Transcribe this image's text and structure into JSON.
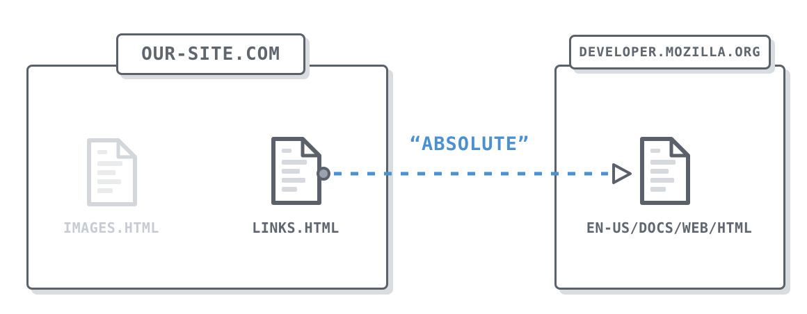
{
  "canvas": {
    "background": "#ffffff"
  },
  "colors": {
    "outline": "#5b616b",
    "text": "#5f6670",
    "faded": "#c6ccd2",
    "accent_blue": "#4a90d2",
    "shadow": "#dadde0"
  },
  "left_folder": {
    "title": "OUR-SITE.COM",
    "files": [
      {
        "icon": "document-icon",
        "label": "IMAGES.HTML",
        "state": "faded"
      },
      {
        "icon": "document-icon",
        "label": "LINKS.HTML",
        "state": "normal"
      }
    ]
  },
  "right_folder": {
    "title": "DEVELOPER.MOZILLA.ORG",
    "files": [
      {
        "icon": "document-icon",
        "label": "EN-US/DOCS/WEB/HTML",
        "state": "normal"
      }
    ]
  },
  "connector": {
    "label": "“ABSOLUTE”",
    "type": "dashed-arrow",
    "from": "LINKS.HTML",
    "to": "EN-US/DOCS/WEB/HTML",
    "color": "#4a90d2"
  }
}
